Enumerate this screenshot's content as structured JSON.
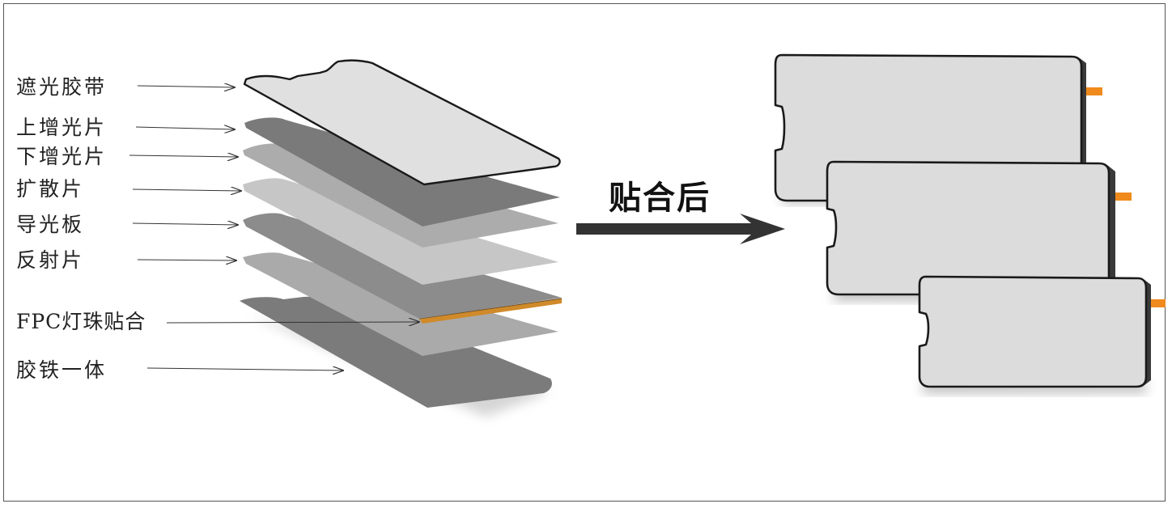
{
  "layers": [
    {
      "label": "遮光胶带",
      "fill": "#e0e0e0"
    },
    {
      "label": "上增光片",
      "fill": "#7a7a7a"
    },
    {
      "label": "下增光片",
      "fill": "#acacac"
    },
    {
      "label": "扩散片",
      "fill": "#c6c6c6"
    },
    {
      "label": "导光板",
      "fill": "#8c8c8c"
    },
    {
      "label": "反射片",
      "fill": "#aaaaaa"
    },
    {
      "label": "FPC灯珠贴合",
      "fill": "#d08a2a"
    },
    {
      "label": "胶铁一体",
      "fill": "#7b7b7b"
    }
  ],
  "arrow": {
    "label": "贴合后",
    "color": "#333333"
  },
  "assembled_modules": [
    {
      "name": "large module"
    },
    {
      "name": "medium module"
    },
    {
      "name": "small module"
    }
  ],
  "colors": {
    "panel_fill": "#dcdcdc",
    "panel_outline": "#1a1a1a",
    "fpc_tab": "#f08a1c",
    "shadow": "#8a8a8a"
  }
}
